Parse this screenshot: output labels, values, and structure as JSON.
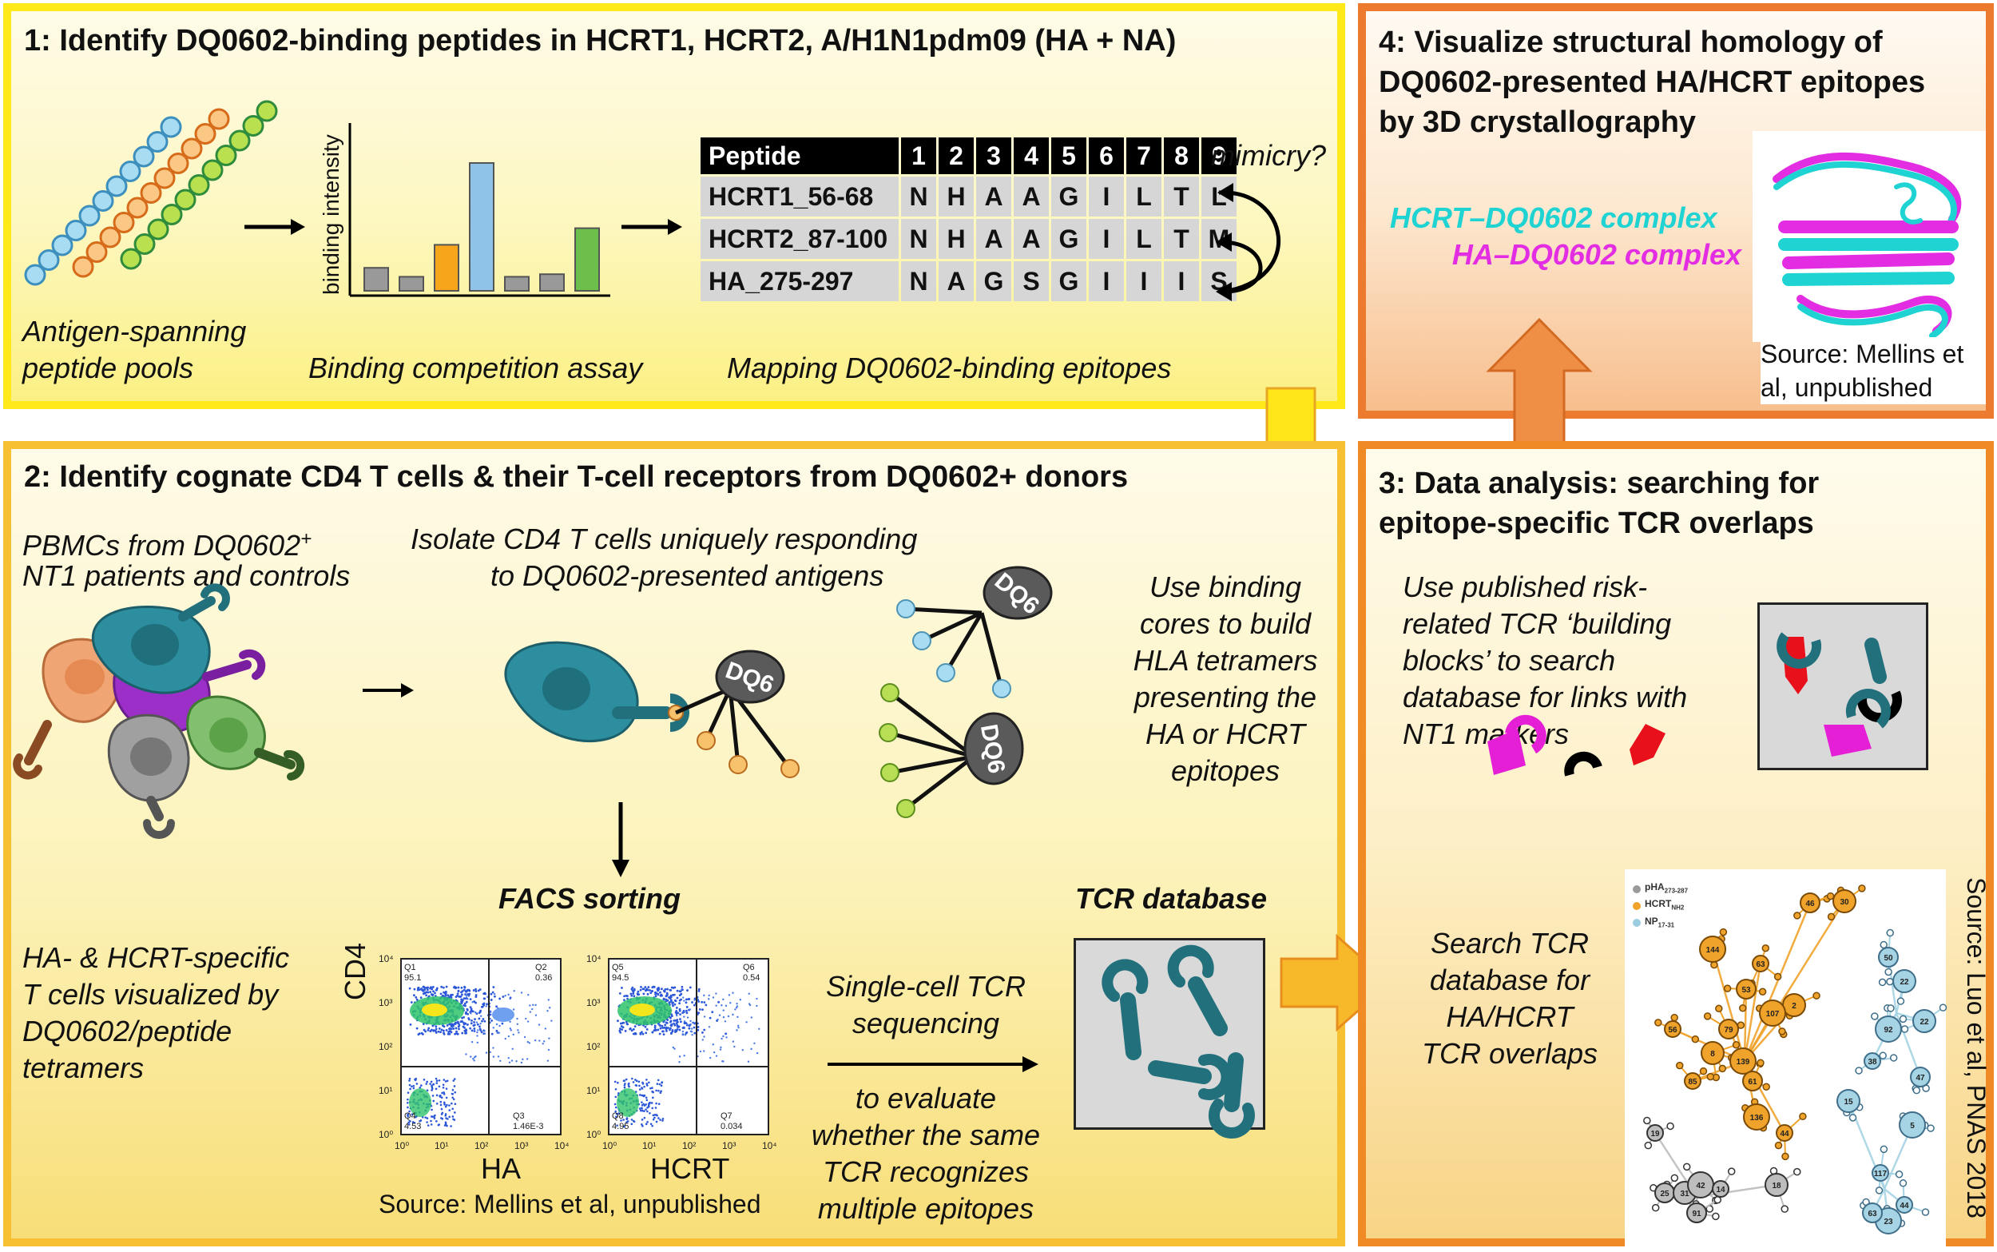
{
  "panel1": {
    "title": "1: Identify DQ0602-binding peptides in HCRT1, HCRT2, A/H1N1pdm09 (HA + NA)",
    "pools_caption_1": "Antigen-spanning",
    "pools_caption_2": "peptide pools",
    "assay_ylabel": "binding intensity",
    "assay_caption": "Binding competition assay",
    "assay_bars": [
      0.18,
      0.11,
      0.36,
      1.0,
      0.11,
      0.13,
      0.49
    ],
    "assay_colors": [
      "#999999",
      "#999999",
      "#f7a61c",
      "#8fc3e8",
      "#999999",
      "#999999",
      "#6dbf4b"
    ],
    "mapping_caption": "Mapping DQ0602-binding epitopes",
    "mimicry_label": "mimicry?",
    "table": {
      "header": "Peptide",
      "positions": [
        "1",
        "2",
        "3",
        "4",
        "5",
        "6",
        "7",
        "8",
        "9"
      ],
      "rows": [
        {
          "name": "HCRT1_56-68",
          "residues": [
            "N",
            "H",
            "A",
            "A",
            "G",
            "I",
            "L",
            "T",
            "L"
          ]
        },
        {
          "name": "HCRT2_87-100",
          "residues": [
            "N",
            "H",
            "A",
            "A",
            "G",
            "I",
            "L",
            "T",
            "M"
          ]
        },
        {
          "name": "HA_275-297",
          "residues": [
            "N",
            "A",
            "G",
            "S",
            "G",
            "I",
            "I",
            "I",
            "S"
          ]
        }
      ]
    }
  },
  "panel2": {
    "title": "2: Identify cognate CD4 T cells & their T-cell receptors from DQ0602+ donors",
    "pbmc_line1": "PBMCs from DQ0602",
    "pbmc_sup": "+",
    "pbmc_line2": "NT1 patients and controls",
    "isolate_line1": "Isolate CD4 T cells uniquely responding",
    "isolate_line2": "to DQ0602-presented antigens",
    "mhc_label": "DQ6",
    "tetramer_text": [
      "Use binding",
      "cores to build",
      "HLA tetramers",
      "presenting the",
      "HA or HCRT",
      "epitopes"
    ],
    "facs_title": "FACS sorting",
    "tcr_db_title": "TCR database",
    "visualized_text": [
      "HA- & HCRT-specific",
      "T cells visualized by",
      "DQ0602/peptide",
      "tetramers"
    ],
    "facs_ylabel": "CD4",
    "facs_ticks": [
      "10⁰",
      "10¹",
      "10²",
      "10³",
      "10⁴"
    ],
    "facs_plots": [
      {
        "xlabel": "HA",
        "quadrants": [
          {
            "q": "Q1",
            "v": "95.1"
          },
          {
            "q": "Q2",
            "v": "0.36"
          },
          {
            "q": "Q3",
            "v": "1.46E-3"
          },
          {
            "q": "Q4",
            "v": "4.53"
          }
        ]
      },
      {
        "xlabel": "HCRT",
        "quadrants": [
          {
            "q": "Q5",
            "v": "94.5"
          },
          {
            "q": "Q6",
            "v": "0.54"
          },
          {
            "q": "Q7",
            "v": "0.034"
          },
          {
            "q": "Q8",
            "v": "4.95"
          }
        ]
      }
    ],
    "facs_source": "Source: Mellins et al, unpublished",
    "seq_line1": "Single-cell TCR",
    "seq_line2": "sequencing",
    "evaluate_text": [
      "to evaluate",
      "whether the same",
      "TCR recognizes",
      "multiple epitopes"
    ]
  },
  "panel3": {
    "title_line1": "3: Data analysis: searching for",
    "title_line2": "epitope-specific TCR overlaps",
    "published_text": [
      "Use published risk-",
      "related TCR ‘building",
      "blocks’ to search",
      "database for links with",
      "NT1 markers"
    ],
    "search_text": [
      "Search TCR",
      "database for",
      "HA/HCRT",
      "TCR overlaps"
    ],
    "network_legend": [
      {
        "label": "pHA",
        "sub": "273-287",
        "color": "#9a9a9a"
      },
      {
        "label": "HCRT",
        "sub": "NH2",
        "color": "#f0a32a"
      },
      {
        "label": "NP",
        "sub": "17-31",
        "color": "#9bcde0"
      }
    ],
    "network_nodes": [
      "19",
      "46",
      "30",
      "144",
      "63",
      "53",
      "2",
      "107",
      "56",
      "79",
      "8",
      "139",
      "85",
      "61",
      "22",
      "136",
      "44",
      "50",
      "22",
      "92",
      "38",
      "47",
      "15",
      "5",
      "117",
      "25",
      "31",
      "42",
      "14",
      "91",
      "18",
      "23",
      "44",
      "63"
    ],
    "network_source": "Source: Luo et al, PNAS 2018"
  },
  "panel4": {
    "title_line1": "4: Visualize structural homology of",
    "title_line2": "DQ0602-presented HA/HCRT epitopes",
    "title_line3": "by 3D crystallography",
    "hcrt_complex": "HCRT–DQ0602 complex",
    "ha_complex": "HA–DQ0602 complex",
    "source_line1": "Source: Mellins et",
    "source_line2": "al, unpublished"
  },
  "colors": {
    "panel1_border": "#ffe91a",
    "panel2_border": "#f7c033",
    "panel3_border": "#ef8a24",
    "panel4_border": "#ed7b2f",
    "hcrt_cyan": "#1fd3d3",
    "ha_magenta": "#e32de3",
    "teal_cell": "#23707d"
  }
}
